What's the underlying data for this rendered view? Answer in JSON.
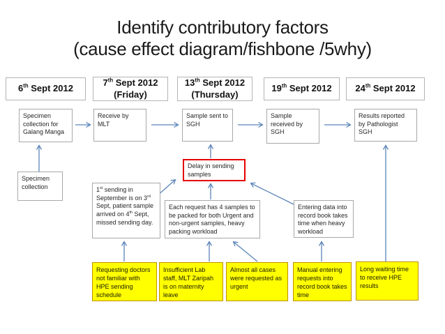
{
  "slide": {
    "title_line1": "Identify contributory factors",
    "title_line2": "(cause effect diagram/fishbone /5why)"
  },
  "timeline": [
    {
      "parts": [
        {
          "t": "6"
        },
        {
          "t": "th",
          "sup": true
        },
        {
          "t": " Sept 2012"
        }
      ],
      "line2": ""
    },
    {
      "parts": [
        {
          "t": "7"
        },
        {
          "t": "th",
          "sup": true
        },
        {
          "t": " Sept 2012"
        }
      ],
      "line2": "(Friday)"
    },
    {
      "parts": [
        {
          "t": "13"
        },
        {
          "t": "th",
          "sup": true
        },
        {
          "t": " Sept 2012"
        }
      ],
      "line2": "(Thursday)"
    },
    {
      "parts": [
        {
          "t": "19"
        },
        {
          "t": "th",
          "sup": true
        },
        {
          "t": " Sept 2012"
        }
      ],
      "line2": ""
    },
    {
      "parts": [
        {
          "t": "24"
        },
        {
          "t": "th",
          "sup": true
        },
        {
          "t": " Sept 2012"
        }
      ],
      "line2": ""
    }
  ],
  "process_steps": [
    "Specimen collection for Galang Manga",
    "Receive by MLT",
    "Sample sent to SGH",
    "Sample received by SGH",
    "Results reported by Pathologist SGH"
  ],
  "problem": "Delay in sending samples",
  "causes": {
    "specimen_collection": "Specimen collection",
    "first_sending_parts": [
      {
        "t": "1"
      },
      {
        "t": "st",
        "sup": true
      },
      {
        "t": " sending in September is on 3"
      },
      {
        "t": "rd",
        "sup": true
      },
      {
        "t": " Sept, patient sample arrived on 4"
      },
      {
        "t": "th",
        "sup": true
      },
      {
        "t": " Sept, missed sending day."
      }
    ],
    "packing_workload": "Each request has 4 samples to be packed for both Urgent and non-urgent samples, heavy packing workload",
    "record_book": "Entering data into record book takes time when heavy workload"
  },
  "root_causes": [
    "Requesting doctors not familiar with HPE sending schedule",
    "Insufficient Lab staff, MLT Zaripah is on maternity leave",
    "Almost all cases were requested as urgent",
    "Manual entering requests into record book takes time",
    "Long waiting time to receive HPE results"
  ],
  "colors": {
    "arrow_blue": "#5b84b8",
    "problem_border_red": "#e60000",
    "root_cause_fill_yellow": "#ffff00",
    "root_cause_border_gold": "#bf9000",
    "box_border_gray": "#a8a8a8"
  }
}
